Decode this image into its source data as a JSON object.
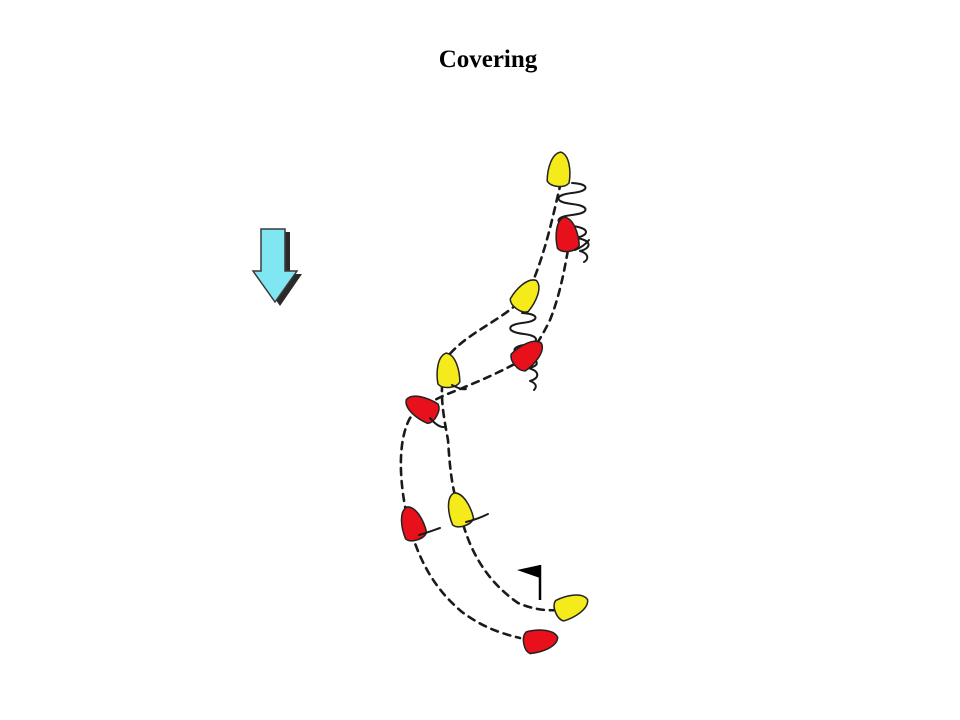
{
  "title": "Covering",
  "colors": {
    "yellow_boat": "#f5eb1a",
    "red_boat": "#e8101a",
    "wind_arrow": "#7fe6f2",
    "wind_arrow_shadow": "#2a2a2a",
    "track": "#1a1a1a",
    "mark_flag": "#000000"
  },
  "diagram": {
    "boats": [
      {
        "team": "yellow",
        "position": 1
      },
      {
        "team": "red",
        "position": 1
      },
      {
        "team": "yellow",
        "position": 2
      },
      {
        "team": "red",
        "position": 2
      },
      {
        "team": "yellow",
        "position": 3
      },
      {
        "team": "red",
        "position": 3
      },
      {
        "team": "yellow",
        "position": 4
      },
      {
        "team": "red",
        "position": 4
      },
      {
        "team": "yellow",
        "position": 5
      },
      {
        "team": "red",
        "position": 5
      }
    ],
    "icons": [
      "wind-arrow-icon",
      "mark-flag-icon"
    ]
  }
}
